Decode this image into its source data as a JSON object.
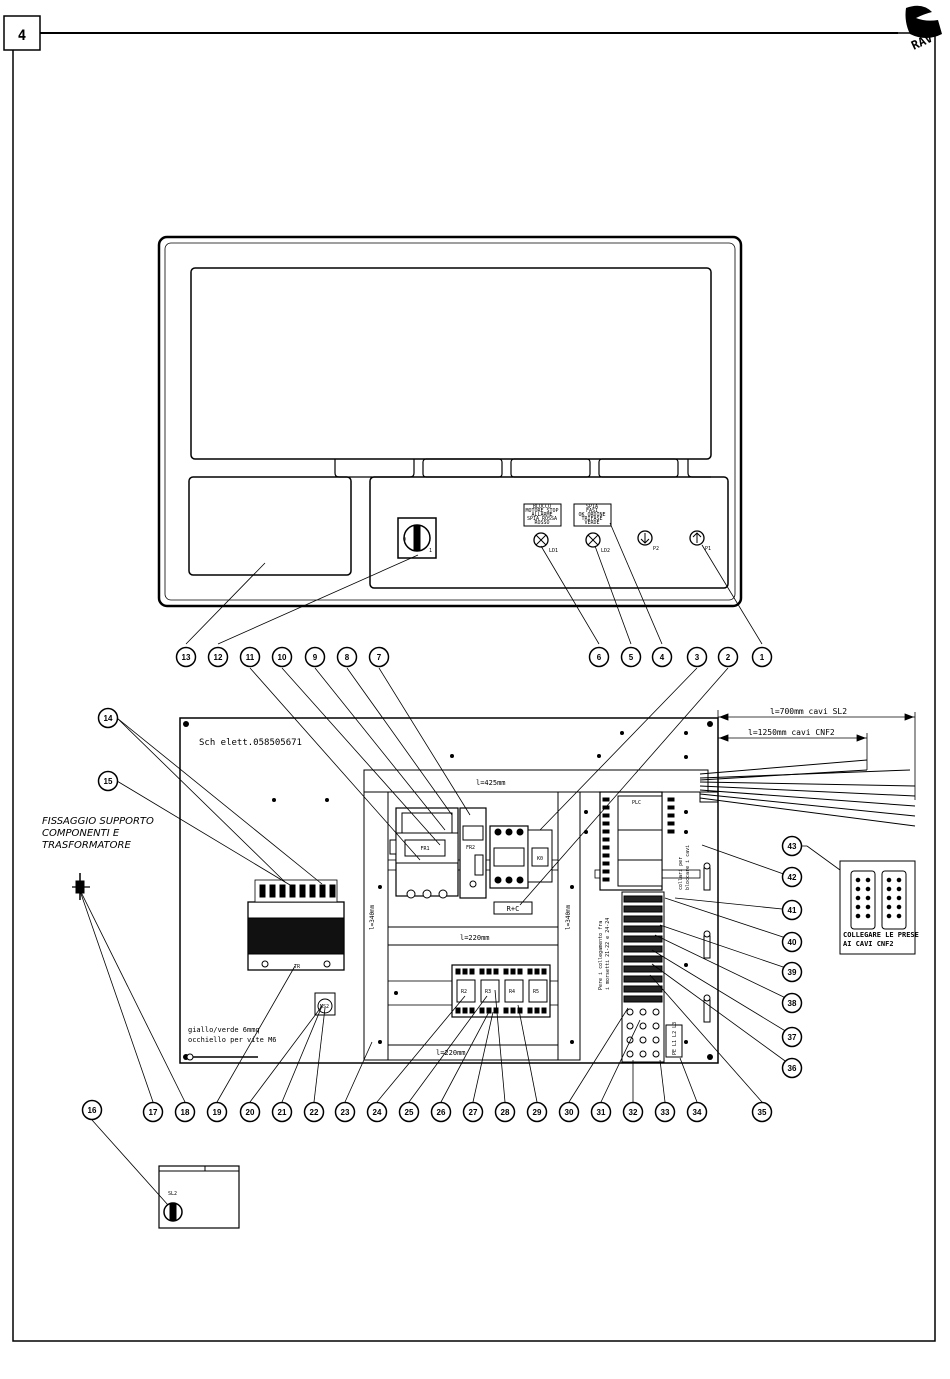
{
  "sheet": {
    "page_number": "4"
  },
  "labels": {
    "schematic_ref": "Sch elett.058505671",
    "fixing_note_1": "FISSAGGIO SUPPORTO",
    "fixing_note_2": "COMPONENTI E",
    "fixing_note_3": "TRASFORMATORE",
    "ground_note_1": "giallo/verde 6mmq",
    "ground_note_2": "occhiello per vite M6",
    "cable_sl2": "l=700mm cavi SL2",
    "cable_cnf2": "l=1250mm cavi CNF2",
    "duct_top": "l=425mm",
    "duct_mid": "l=220mm",
    "duct_bottom": "l=220mm",
    "duct_left": "l=340mm",
    "duct_right": "l=340mm",
    "connector_note_1": "COLLEGARE LE PRESE",
    "connector_note_2": "AI CAVI CNF2",
    "rc_label": "R+C",
    "plc_label": "PLC",
    "terminal_note_1": "Pere i collegamento fra",
    "terminal_note_2": "i morsetti 21-22 e 24-24",
    "tie_note_1": "collari per",
    "tie_note_2": "bloccare i cavi",
    "tr_label": "TR",
    "pe_label": "PE L1 L2 L3",
    "sl2_label": "SL2",
    "ld1": "LD1",
    "ld2": "LD2",
    "p1": "P1",
    "p2": "P2",
    "fr1": "FR1",
    "fr2": "FR2",
    "k0": "K0",
    "r2": "R2",
    "r3": "R3",
    "r4": "R4",
    "r5": "R5",
    "ms2": "MS2",
    "plate1": [
      "BLOCCO",
      "MOTORE STOP",
      "ALLARME",
      "SPIA ROSSA",
      "ROSSO"
    ],
    "plate2": [
      "SPIA",
      "FASI",
      "OK ORDINE",
      "TRIFASE",
      "VERDE"
    ]
  },
  "callouts": [
    "1",
    "2",
    "3",
    "4",
    "5",
    "6",
    "7",
    "8",
    "9",
    "10",
    "11",
    "12",
    "13",
    "14",
    "15",
    "16",
    "17",
    "18",
    "19",
    "20",
    "21",
    "22",
    "23",
    "24",
    "25",
    "26",
    "27",
    "28",
    "29",
    "30",
    "31",
    "32",
    "33",
    "34",
    "35",
    "36",
    "37",
    "38",
    "39",
    "40",
    "41",
    "42",
    "43"
  ]
}
